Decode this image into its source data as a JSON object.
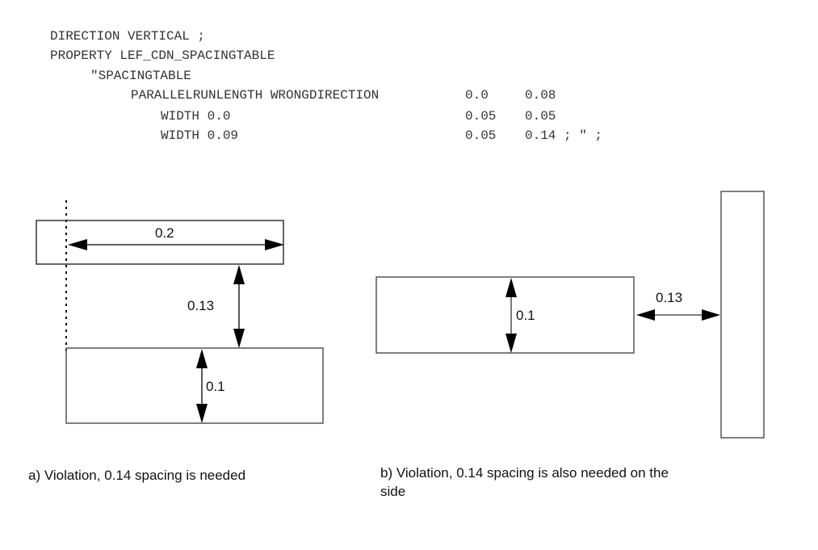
{
  "code": {
    "line1": "DIRECTION VERTICAL ;",
    "line2": "PROPERTY LEF_CDN_SPACINGTABLE",
    "line3": "\"SPACINGTABLE",
    "line4_key": "PARALLELRUNLENGTH WRONGDIRECTION",
    "line4_v1": "0.0",
    "line4_v2": "0.08",
    "line5_key": "WIDTH 0.0",
    "line5_v1": "0.05",
    "line5_v2": "0.05",
    "line6_key": "WIDTH 0.09",
    "line6_v1": "0.05",
    "line6_v2": "0.14 ; \" ;"
  },
  "diagram_a": {
    "width_label": "0.2",
    "spacing_label": "0.13",
    "height_label": "0.1",
    "caption": "a) Violation, 0.14 spacing is needed"
  },
  "diagram_b": {
    "height_label": "0.1",
    "spacing_label": "0.13",
    "caption_line1": "b) Violation, 0.14 spacing is also needed on the",
    "caption_line2": "side"
  }
}
